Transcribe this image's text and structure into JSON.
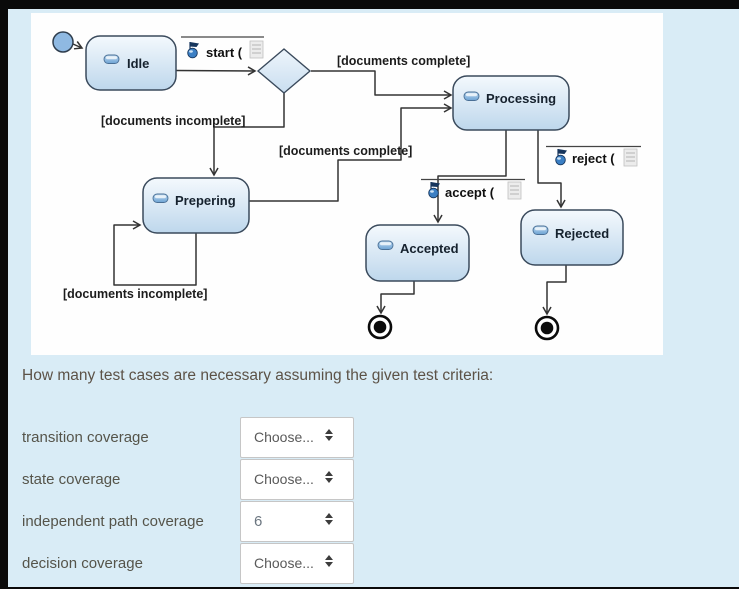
{
  "colors": {
    "page_bg": "#d9ecf6",
    "panel_bg": "#fefefe",
    "frame": "#0a0a0a",
    "state_border": "#3a4a5c",
    "state_fill_top": "#f4f9fd",
    "state_fill_bottom": "#bed7ec",
    "question_text": "#5c5247",
    "label_text": "#55544a",
    "select_border": "#c6c6c6"
  },
  "diagram": {
    "states": [
      {
        "name": "Idle"
      },
      {
        "name": "Processing"
      },
      {
        "name": "Prepering"
      },
      {
        "name": "Accepted"
      },
      {
        "name": "Rejected"
      }
    ],
    "triggers": [
      {
        "label": "start ("
      },
      {
        "label": "accept ("
      },
      {
        "label": "reject ("
      }
    ],
    "guards": [
      {
        "label": "[documents complete]"
      },
      {
        "label": "[documents complete]"
      },
      {
        "label": "[documents incomplete]"
      },
      {
        "label": "[documents incomplete]"
      }
    ]
  },
  "question": {
    "text": "How many test cases are necessary assuming the given test criteria:"
  },
  "criteria_rows": [
    {
      "label": "transition coverage",
      "value": "Choose..."
    },
    {
      "label": "state coverage",
      "value": "Choose..."
    },
    {
      "label": "independent path coverage",
      "value": "6"
    },
    {
      "label": "decision coverage",
      "value": "Choose..."
    }
  ]
}
